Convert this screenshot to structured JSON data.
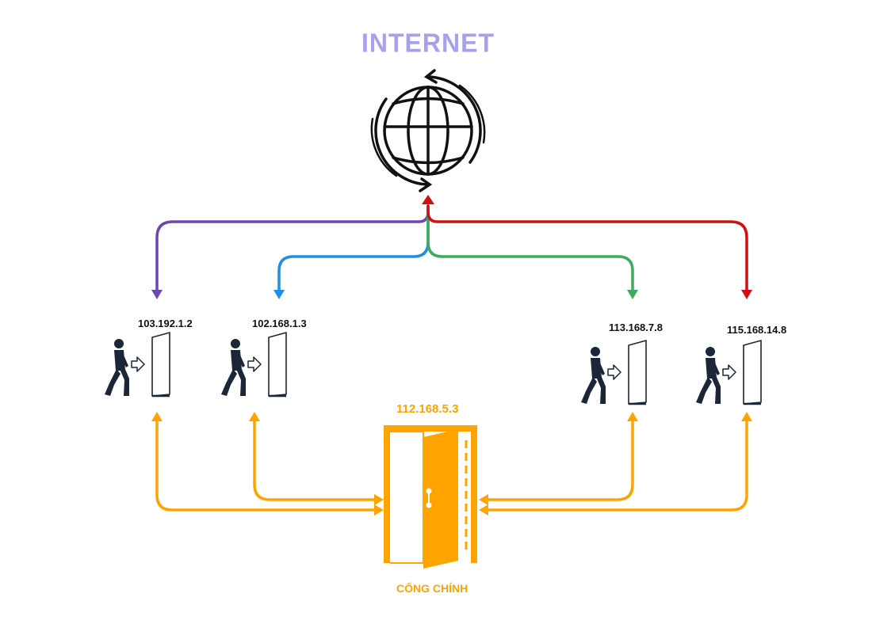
{
  "title": "INTERNET",
  "gateway": {
    "ip": "112.168.5.3",
    "name": "CỔNG CHÍNH"
  },
  "nodes": [
    {
      "ip": "103.192.1.2"
    },
    {
      "ip": "102.168.1.3"
    },
    {
      "ip": "113.168.7.8"
    },
    {
      "ip": "115.168.14.8"
    }
  ],
  "colors": {
    "title": "#a7a0f0",
    "ink": "#1b2638",
    "gateway": "#ffa300",
    "link_1": "#6a46b8",
    "link_2": "#1e8fe6",
    "link_3": "#3dab5c",
    "link_4": "#d20f0f"
  },
  "icons": {
    "internet": "globe-with-circular-arrows-icon",
    "gateway": "open-door-icon",
    "node": "person-walking-to-door-icon"
  }
}
